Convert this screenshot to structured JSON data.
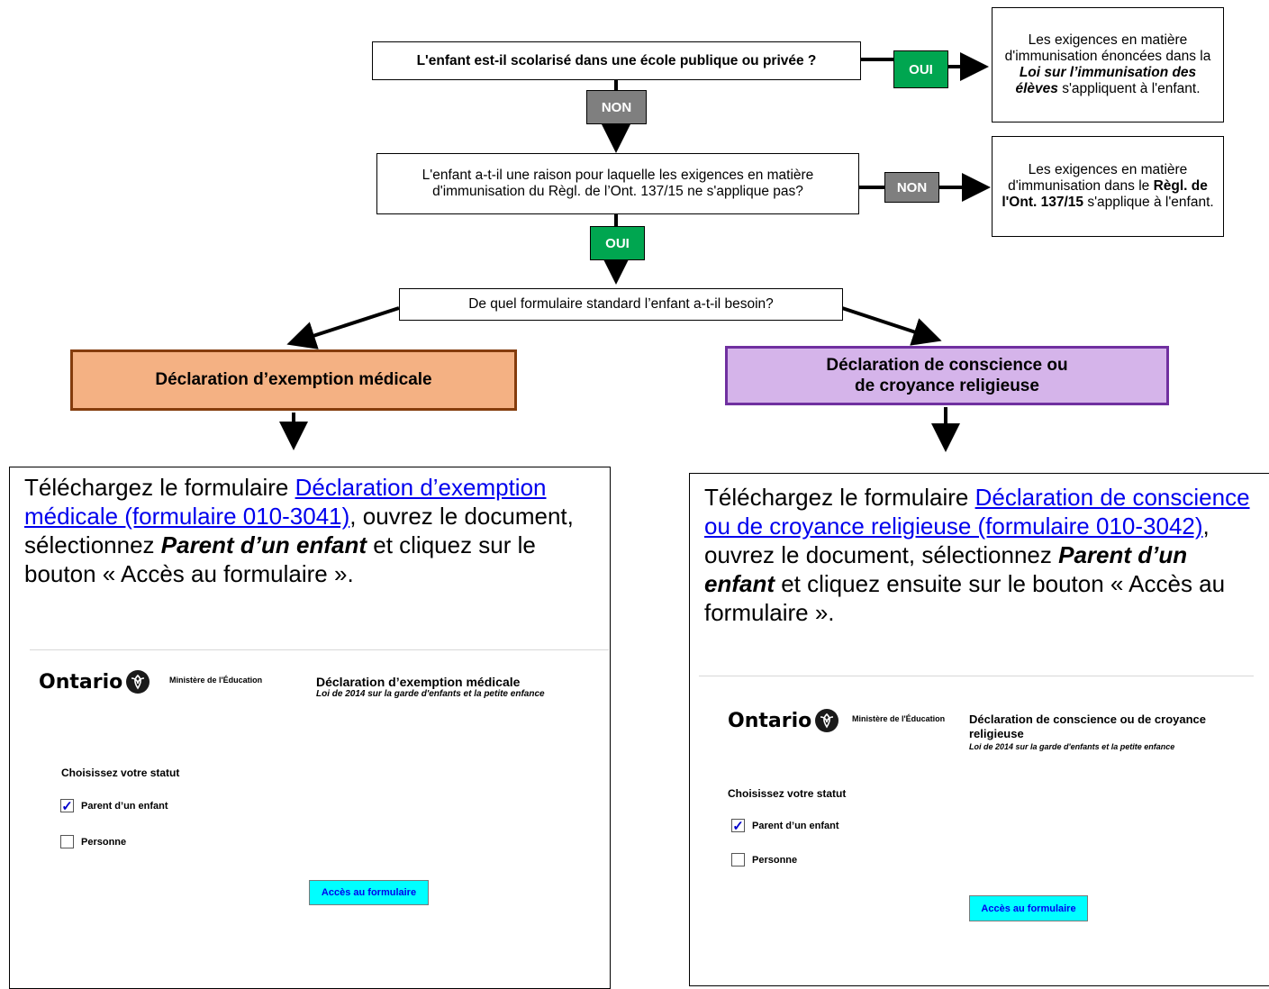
{
  "q1": {
    "text": "L'enfant est-il scolarisé dans une école publique ou privée ?"
  },
  "oui1": "OUI",
  "non1": "NON",
  "r1": {
    "pre": "Les exigences en matière d'immunisation énoncées dans la ",
    "bold": "Loi sur l’immunisation des élèves",
    "post": " s'appliquent à l'enfant."
  },
  "q2": {
    "text": "L'enfant a-t-il une raison pour laquelle les exigences en matière d'immunisation du Règl. de l’Ont. 137/15 ne s'applique pas?"
  },
  "non2": "NON",
  "oui2": "OUI",
  "r2": {
    "pre": "Les exigences en matière d'immunisation dans le ",
    "bold": "Règl. de l'Ont. 137/15",
    "post": " s'applique à l'enfant."
  },
  "q3": {
    "text": "De quel formulaire standard l’enfant a-t-il besoin?"
  },
  "medical": {
    "label": "Déclaration d’exemption médicale",
    "color": "#f4b183",
    "border": "#843c0c"
  },
  "religious": {
    "line1": "Déclaration de conscience ou",
    "line2": "de croyance religieuse",
    "color": "#d5b4ea",
    "border": "#7030a0"
  },
  "left_instr": {
    "p1": "Téléchargez le formulaire ",
    "link": "Déclaration d’exemption médicale (formulaire 010-3041)",
    "p2": ", ouvrez le document, sélectionnez ",
    "em": "Parent d’un enfant",
    "p3": " et cliquez sur le bouton « Accès au formulaire »."
  },
  "right_instr": {
    "p1": "Téléchargez le formulaire ",
    "link": "Déclaration de conscience ou de croyance religieuse (formulaire 010-3042)",
    "p2": ", ouvrez le document, sélectionnez ",
    "em": "Parent d’un enfant",
    "p3": " et cliquez ensuite sur le bouton « Accès au formulaire »."
  },
  "left_preview": {
    "logo": "Ontario",
    "ministere": "Ministère de l'Éducation",
    "title": "Déclaration d’exemption médicale",
    "subtitle": "Loi de 2014 sur la garde d'enfants et la petite enfance",
    "status": "Choisissez votre statut",
    "opt1": "Parent d’un enfant",
    "opt2": "Personne",
    "button": "Accès au formulaire"
  },
  "right_preview": {
    "logo": "Ontario",
    "ministere": "Ministère de l'Éducation",
    "title": "Déclaration de conscience ou de croyance religieuse",
    "subtitle": "Loi de 2014 sur la garde d'enfants et la petite enfance",
    "status": "Choisissez votre statut",
    "opt1": "Parent d’un enfant",
    "opt2": "Personne",
    "button": "Accès au formulaire"
  },
  "icons": {
    "trillium": "ontario-trillium-icon",
    "check": "checkmark-icon"
  }
}
